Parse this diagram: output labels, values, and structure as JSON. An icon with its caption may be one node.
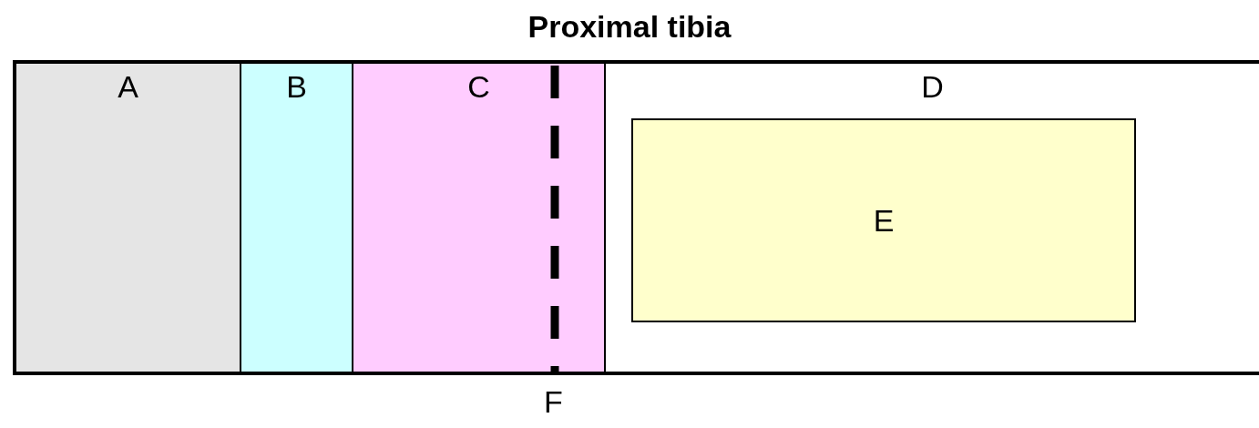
{
  "diagram": {
    "title": "Proximal tibia",
    "nodes": [
      {
        "text": [
          "A"
        ]
      },
      {
        "text": [
          "B"
        ]
      },
      {
        "text": [
          "C"
        ]
      },
      {
        "text": [
          "D"
        ]
      },
      {
        "text": [
          "E"
        ],
        "in": 3
      }
    ],
    "labels": [
      "F"
    ]
  }
}
